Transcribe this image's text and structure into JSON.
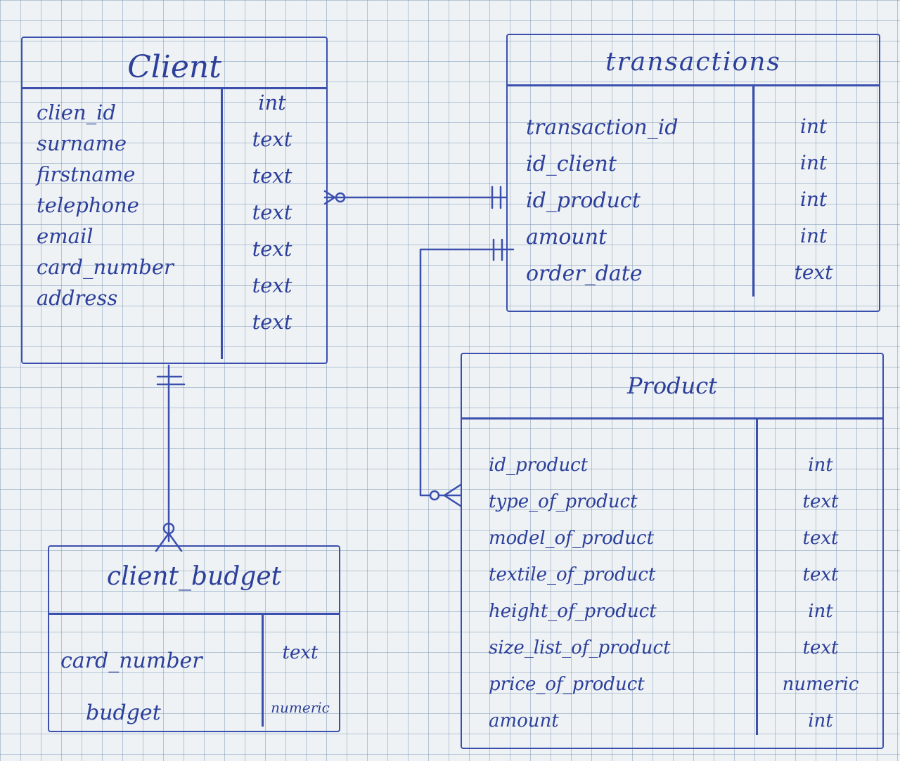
{
  "entities": {
    "client": {
      "title": "Client",
      "fields": [
        "clien_id",
        "surname",
        "firstname",
        "telephone",
        "email",
        "card_number",
        "address"
      ],
      "types": [
        "int",
        "text",
        "text",
        "text",
        "text",
        "text",
        "text"
      ]
    },
    "transactions": {
      "title": "transactions",
      "fields": [
        "transaction_id",
        "id_client",
        "id_product",
        "amount",
        "order_date"
      ],
      "types": [
        "int",
        "int",
        "int",
        "int",
        "text"
      ]
    },
    "product": {
      "title": "Product",
      "fields": [
        "id_product",
        "type_of_product",
        "model_of_product",
        "textile_of_product",
        "height_of_product",
        "size_list_of_product",
        "price_of_product",
        "amount"
      ],
      "types": [
        "int",
        "text",
        "text",
        "text",
        "int",
        "text",
        "numeric",
        "int"
      ]
    },
    "client_budget": {
      "title": "client_budget",
      "fields": [
        "card_number",
        "budget"
      ],
      "types": [
        "text",
        "numeric"
      ]
    }
  },
  "relationships": [
    {
      "from": "client",
      "to": "transactions",
      "from_end": "zero-or-many",
      "to_end": "one-and-only-one"
    },
    {
      "from": "transactions",
      "to": "product",
      "from_end": "one-and-only-one",
      "to_end": "zero-or-many"
    },
    {
      "from": "client",
      "to": "client_budget",
      "from_end": "one-and-only-one",
      "to_end": "zero-or-many"
    }
  ]
}
